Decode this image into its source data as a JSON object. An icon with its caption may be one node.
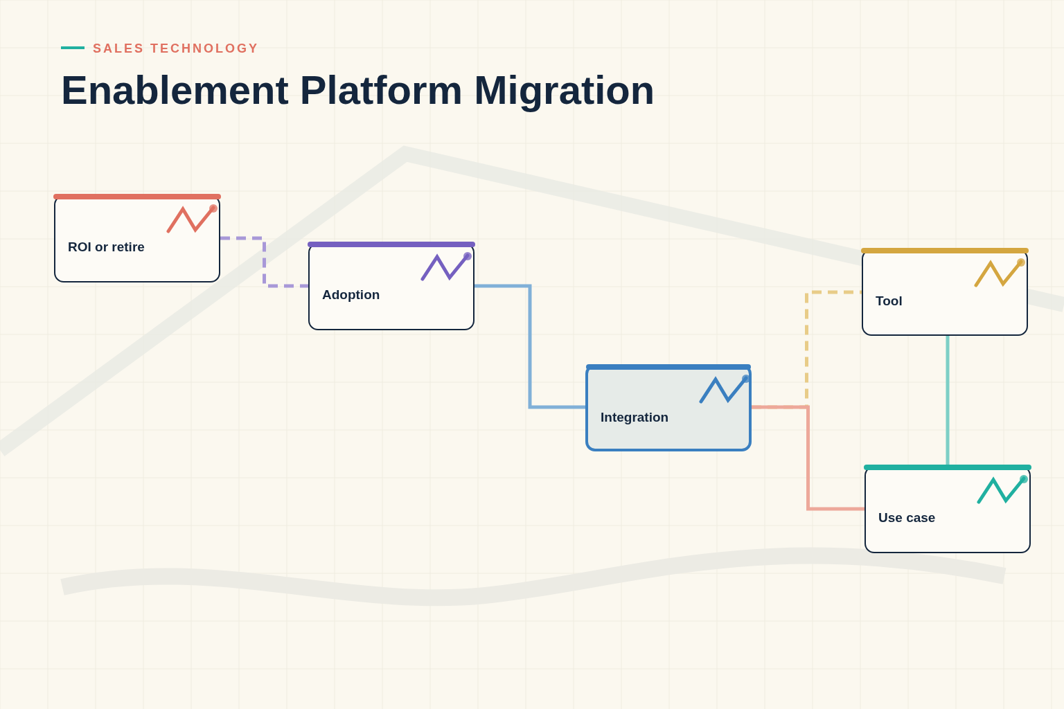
{
  "diagram": {
    "title": "Enablement Platform Migration",
    "nodes": [
      {
        "text": [
          "ROI or retire"
        ]
      },
      {
        "text": [
          "Adoption"
        ]
      },
      {
        "text": [
          "Integration"
        ]
      },
      {
        "text": [
          "Tool"
        ]
      },
      {
        "text": [
          "Use case"
        ]
      }
    ],
    "edges": [
      {
        "from": 0,
        "to": 1,
        "arrow": "none",
        "style": "dashed",
        "color": "#a898d8"
      },
      {
        "from": 1,
        "to": 2,
        "arrow": "none",
        "color": "#80b0d8"
      },
      {
        "from": 2,
        "to": 3,
        "arrow": "none",
        "style": "dashed",
        "color": "#e8cc88"
      },
      {
        "from": 2,
        "to": 4,
        "arrow": "none",
        "color": "#eda89a"
      },
      {
        "from": 3,
        "to": 4,
        "arrow": "none",
        "color": "#7dcfc6"
      }
    ],
    "labels": [
      "SALES TECHNOLOGY"
    ]
  }
}
